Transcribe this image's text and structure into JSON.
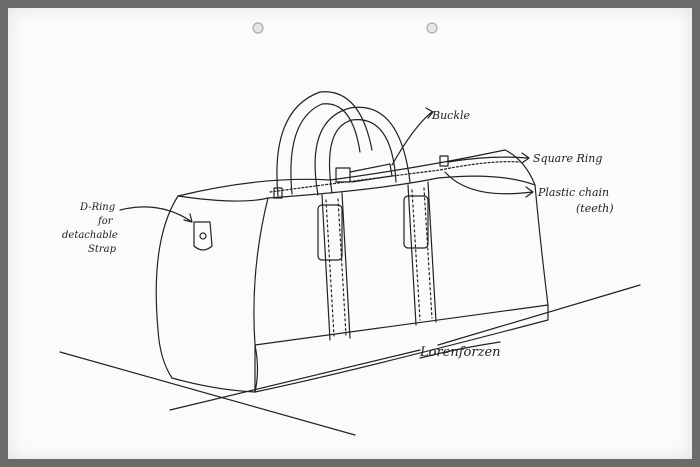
{
  "labels": {
    "buckle": "Buckle",
    "square_ring": "Square Ring",
    "plastic_chain_1": "Plastic chain",
    "plastic_chain_2": "(teeth)",
    "d_ring_1": "D-Ring",
    "d_ring_2": "for",
    "d_ring_3": "detachable",
    "d_ring_4": "Strap"
  },
  "signature": "Lorenforzen",
  "colors": {
    "frame": "#6b6b6b",
    "paper": "#fbfbfa",
    "ink": "#222222"
  }
}
